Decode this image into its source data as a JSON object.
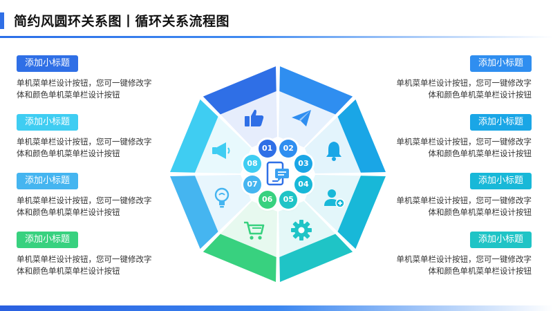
{
  "page": {
    "title": "简约风圆环关系图丨循环关系流程图"
  },
  "colors": {
    "accent": "#2f6fe6",
    "tag_blue_dark": "#2f6fe6",
    "tag_cyan": "#3fcdf2",
    "tag_sky": "#45b5f0",
    "tag_green": "#38d17f",
    "tag_blue": "#2f8ef0",
    "tag_teal": "#18b8d8",
    "tag_teal2": "#1fc4c6"
  },
  "left_items": [
    {
      "tag": "添加小标题",
      "desc": "单机菜单栏设计按钮，您可一键修改字体和颜色单机菜单栏设计按钮"
    },
    {
      "tag": "添加小标题",
      "desc": "单机菜单栏设计按钮，您可一键修改字体和颜色单机菜单栏设计按钮"
    },
    {
      "tag": "添加小标题",
      "desc": "单机菜单栏设计按钮，您可一键修改字体和颜色单机菜单栏设计按钮"
    },
    {
      "tag": "添加小标题",
      "desc": "单机菜单栏设计按钮，您可一键修改字体和颜色单机菜单栏设计按钮"
    }
  ],
  "right_items": [
    {
      "tag": "添加小标题",
      "desc": "单机菜单栏设计按钮，您可一键修改字体和颜色单机菜单栏设计按钮"
    },
    {
      "tag": "添加小标题",
      "desc": "单机菜单栏设计按钮，您可一键修改字体和颜色单机菜单栏设计按钮"
    },
    {
      "tag": "添加小标题",
      "desc": "单机菜单栏设计按钮，您可一键修改字体和颜色单机菜单栏设计按钮"
    },
    {
      "tag": "添加小标题",
      "desc": "单机菜单栏设计按钮，您可一键修改字体和颜色单机菜单栏设计按钮"
    }
  ],
  "segments": [
    {
      "num": "01",
      "icon": "thumbs-up-icon",
      "color": "#2f6fe6"
    },
    {
      "num": "02",
      "icon": "paper-plane-icon",
      "color": "#2f8ef0"
    },
    {
      "num": "03",
      "icon": "bell-icon",
      "color": "#1aa6e6"
    },
    {
      "num": "04",
      "icon": "add-user-icon",
      "color": "#18b8d8"
    },
    {
      "num": "05",
      "icon": "gear-icon",
      "color": "#1fc4c6"
    },
    {
      "num": "06",
      "icon": "shopping-cart-icon",
      "color": "#38d17f"
    },
    {
      "num": "07",
      "icon": "lightbulb-icon",
      "color": "#45b5f0"
    },
    {
      "num": "08",
      "icon": "megaphone-icon",
      "color": "#3fcdf2"
    }
  ],
  "center_icon": "tablet-chat-icon"
}
